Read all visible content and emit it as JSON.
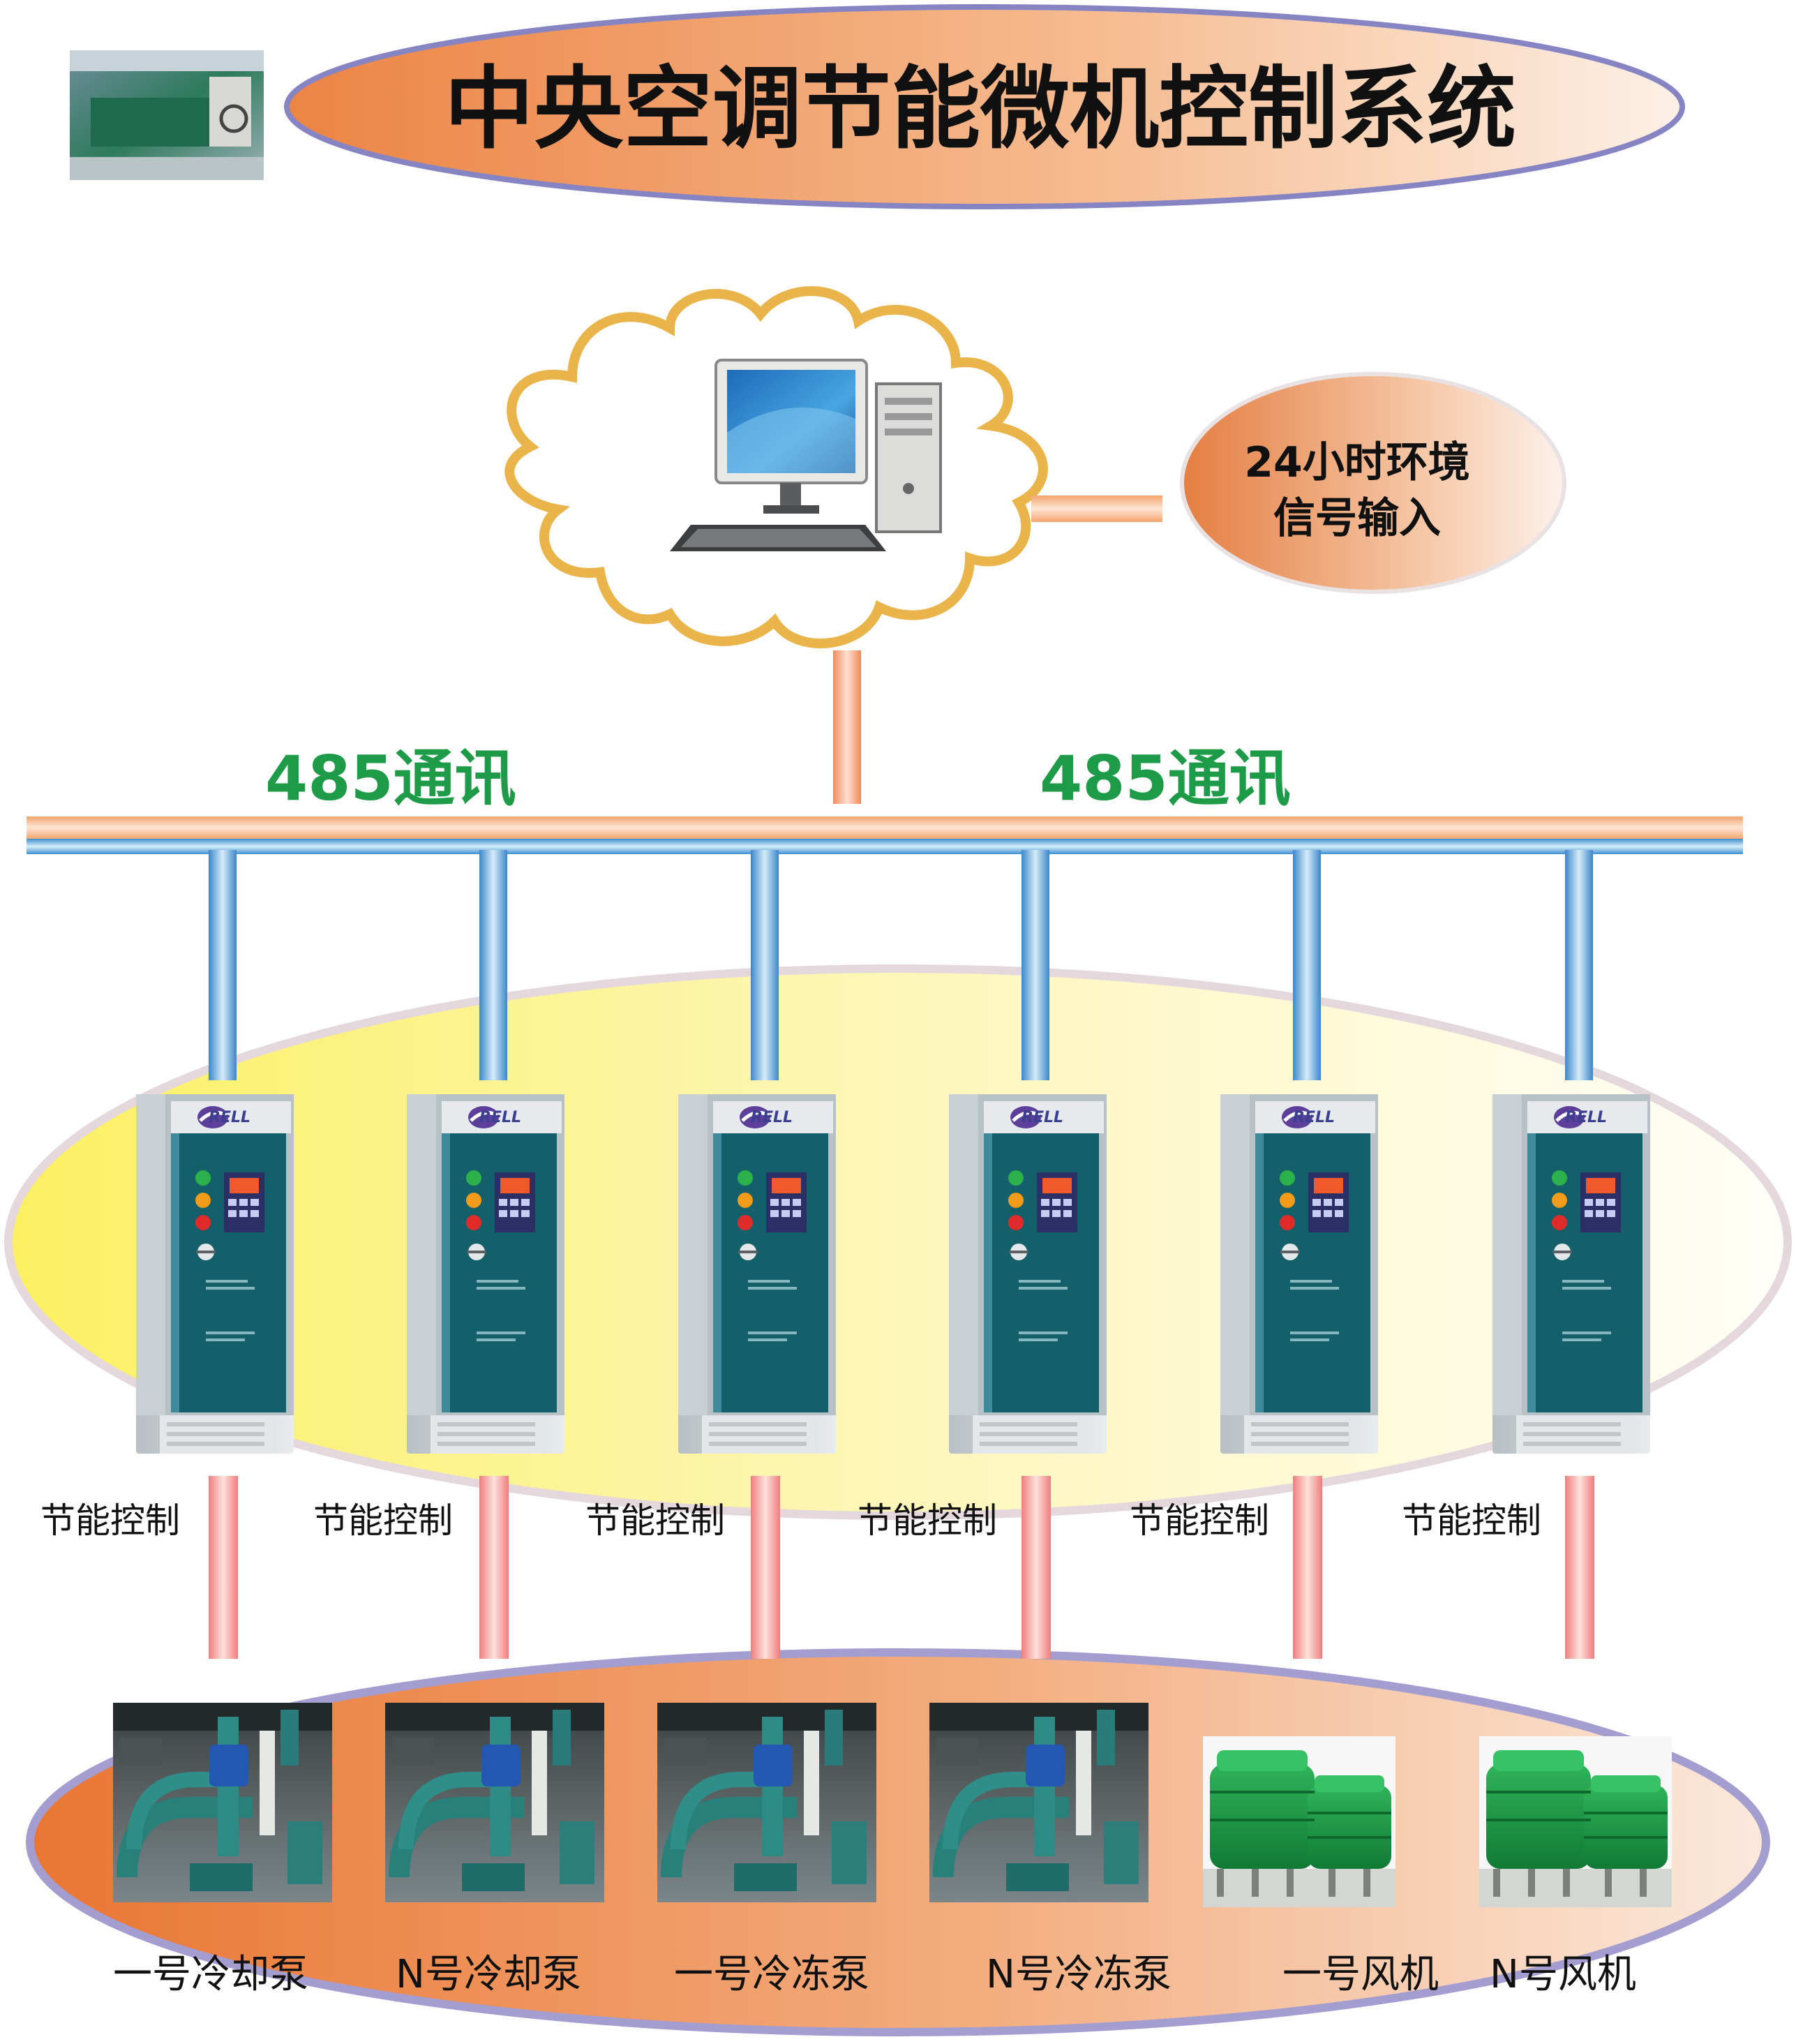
{
  "title": "中央空调节能微机控制系统",
  "env_input": {
    "line1": "24小时环境",
    "line2": "信号输入"
  },
  "comm_labels": [
    "485通讯",
    "485通讯"
  ],
  "brand_label": "RELL",
  "control_label": "节能控制",
  "control_labels": [
    "节能控制",
    "节能控制",
    "节能控制",
    "节能控制",
    "节能控制",
    "节能控制"
  ],
  "equipment": [
    {
      "label": "一号冷却泵",
      "icon": "pump-photo"
    },
    {
      "label": "N号冷却泵",
      "icon": "pump-photo"
    },
    {
      "label": "一号冷冻泵",
      "icon": "pump-photo"
    },
    {
      "label": "N号冷冻泵",
      "icon": "pump-photo"
    },
    {
      "label": "一号风机",
      "icon": "cooling-tower-photo"
    },
    {
      "label": "N号风机",
      "icon": "cooling-tower-photo"
    }
  ],
  "colors": {
    "orange": "#ef8d4d",
    "comm_green": "#1e9b48",
    "bus_blue": "#3f8fd0",
    "cabinet_teal": "#14606a",
    "cloud_outline": "#e9b54a"
  }
}
